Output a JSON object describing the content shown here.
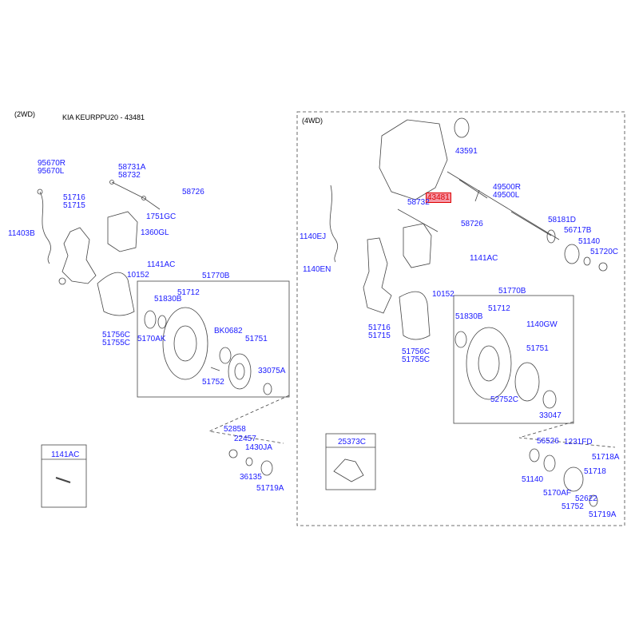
{
  "header": {
    "section_2wd": "(2WD)",
    "model_ref": "KIA KEURPPU20 - 43481",
    "section_4wd": "(4WD)"
  },
  "parts_2wd": {
    "p95670R": "95670R",
    "p95670L": "95670L",
    "p11403B": "11403B",
    "p58731A": "58731A",
    "p58732": "58732",
    "p58726": "58726",
    "p51716": "51716",
    "p51715": "51715",
    "p1751GC": "1751GC",
    "p1360GL": "1360GL",
    "p1141AC": "1141AC",
    "p10152": "10152",
    "p51770B": "51770B",
    "p51712": "51712",
    "p51830B": "51830B",
    "p51756C": "51756C",
    "p51755C": "51755C",
    "p5170AK": "5170AK",
    "pBK0682": "BK0682",
    "p51751": "51751",
    "p33075A": "33075A",
    "p51752": "51752",
    "p52858": "52858",
    "p22457": "22457",
    "p1430JA": "1430JA",
    "p36135": "36135",
    "p51719A": "51719A",
    "box_1141AC": "1141AC"
  },
  "parts_4wd": {
    "p43591": "43591",
    "p43481": "43481",
    "p49500R": "49500R",
    "p49500L": "49500L",
    "p58732": "58732",
    "p1140EJ": "1140EJ",
    "p58726": "58726",
    "p58181D": "58181D",
    "p56717B": "56717B",
    "p51140": "51140",
    "p51720C": "51720C",
    "p1141AC": "1141AC",
    "p1140EN": "1140EN",
    "p10152": "10152",
    "p51770B": "51770B",
    "p51712": "51712",
    "p51830B": "51830B",
    "p1140GW": "1140GW",
    "p51716": "51716",
    "p51715": "51715",
    "p51756C": "51756C",
    "p51755C": "51755C",
    "p51751": "51751",
    "p52752C": "52752C",
    "p33047": "33047",
    "box_25373C": "25373C",
    "p56526": "56526",
    "p1231FD": "1231FD",
    "p51718A": "51718A",
    "p51718": "51718",
    "p51140b": "51140",
    "p5170AF": "5170AF",
    "p52622": "52622",
    "p51752": "51752",
    "p51719A": "51719A"
  },
  "colors": {
    "label": "#1a1aff",
    "highlight_fill": "#f59aa8",
    "highlight_border": "#dd0000",
    "line": "#555555"
  }
}
